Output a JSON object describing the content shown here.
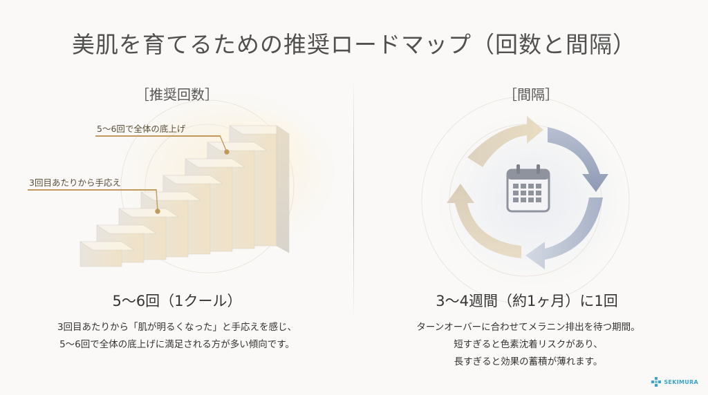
{
  "title": "美肌を育てるための推奨ロードマップ（回数と間隔）",
  "left": {
    "heading": "［推奨回数］",
    "annotation_top": "5〜6回で全体の底上げ",
    "annotation_mid": "3回目あたりから手応え",
    "subtitle": "5〜6回（1クール）",
    "desc_line1": "3回目あたりから「肌が明るくなった」と手応えを感じ、",
    "desc_line2": "5〜6回で全体の底上げに満足される方が多い傾向です。"
  },
  "right": {
    "heading": "［間隔］",
    "subtitle": "3〜4週間（約1ヶ月）に1回",
    "desc_line1": "ターンオーバーに合わせてメラニン排出を待つ期間。",
    "desc_line2": "短すぎると色素沈着リスクがあり、",
    "desc_line3": "長すぎると効果の蓄積が薄れます。"
  },
  "brand": {
    "name": "SEKIMURA"
  },
  "icons": [
    "calendar-icon",
    "cycle-arrows-icon",
    "stairs-illustration",
    "brand-logo-icon"
  ],
  "colors": {
    "gold": "#c09a5d",
    "blue_grey": "#8e9ab3",
    "beige": "#e7d6bb"
  }
}
